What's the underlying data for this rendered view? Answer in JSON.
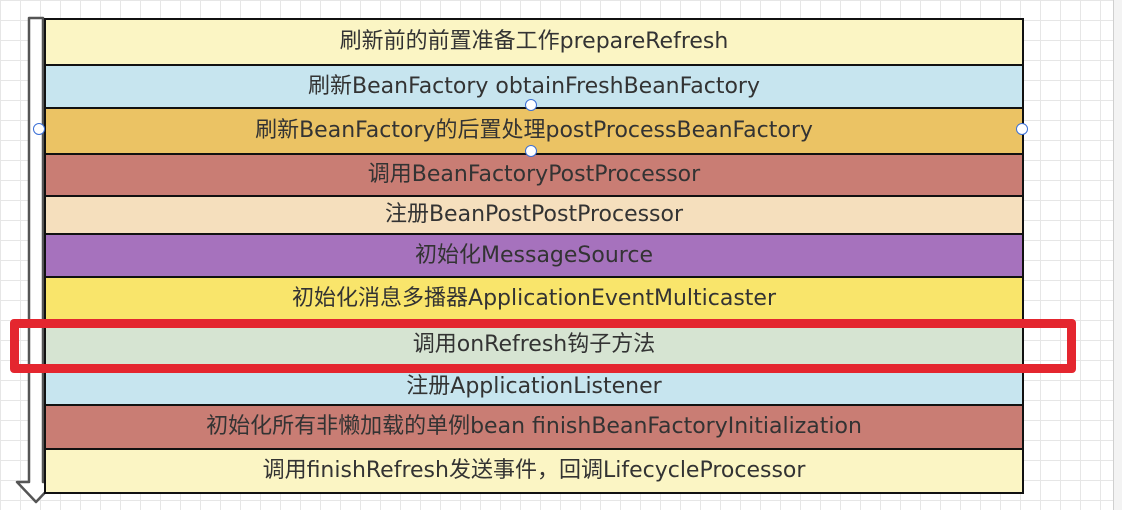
{
  "diagram": {
    "steps": [
      {
        "label": "刷新前的前置准备工作prepareRefresh",
        "color": "#fbf5c4"
      },
      {
        "label": "刷新BeanFactory obtainFreshBeanFactory",
        "color": "#c7e5ef"
      },
      {
        "label": "刷新BeanFactory的后置处理postProcessBeanFactory",
        "color": "#ebc364"
      },
      {
        "label": "调用BeanFactoryPostProcessor",
        "color": "#c97d74"
      },
      {
        "label": "注册BeanPostPostProcessor",
        "color": "#f5dfbd"
      },
      {
        "label": "初始化MessageSource",
        "color": "#a672bd"
      },
      {
        "label": "初始化消息多播器ApplicationEventMulticaster",
        "color": "#f9e56b"
      },
      {
        "label": "调用onRefresh钩子方法",
        "color": "#d6e4d2"
      },
      {
        "label": "注册ApplicationListener",
        "color": "#c7e5ef"
      },
      {
        "label": "初始化所有非懒加载的单例bean finishBeanFactoryInitialization",
        "color": "#c97d74"
      },
      {
        "label": "调用finishRefresh发送事件，回调LifecycleProcessor",
        "color": "#fbf5c4"
      }
    ],
    "highlight_step": 7,
    "highlight_color": "#e4262f",
    "selection_color": "#3b6fd6",
    "arrow_color": "#555555"
  }
}
